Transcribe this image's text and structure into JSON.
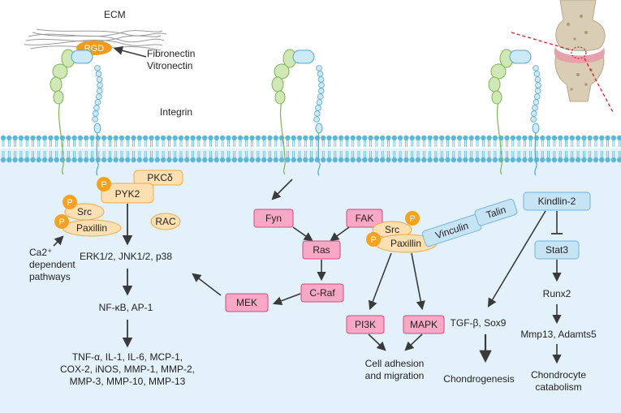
{
  "colors": {
    "cytoplasm": "#e3f1fb",
    "membrane": "#5bb8d7",
    "pink_box_fill": "#f6a8c4",
    "pink_box_stroke": "#d6487e",
    "orange_fill": "#fce0b2",
    "orange_stroke": "#f0a94a",
    "phospho": "#f6a21d",
    "blue_box_fill": "#c7e4f5",
    "blue_box_stroke": "#6fb4dd",
    "integrin_green": "#cfe8b5",
    "integrin_blue": "#cce9f6",
    "rgd": "#f39a1e"
  },
  "extracellular": {
    "ecm": "ECM",
    "rgd": "RGD",
    "fibronectin": "Fibronectin",
    "vitronectin": "Vitronectin",
    "integrin": "Integrin"
  },
  "phospho_label": "P",
  "left": {
    "pkc": "PKCδ",
    "pyk2": "PYK2",
    "src": "Src",
    "paxillin": "Paxillin",
    "rac": "RAC",
    "ca_line1": "Ca2⁺",
    "ca_line2": "dependent",
    "ca_line3": "pathways",
    "erk": "ERK1/2, JNK1/2, p38",
    "nfkb": "NF-κB, AP-1",
    "out1": "TNF-α, IL-1, IL-6, MCP-1,",
    "out2": "COX-2, iNOS, MMP-1, MMP-2,",
    "out3": "MMP-3, MMP-10, MMP-13"
  },
  "middle": {
    "fyn": "Fyn",
    "fak": "FAK",
    "ras": "Ras",
    "craf": "C-Raf",
    "mek": "MEK",
    "src": "Src",
    "paxillin": "Paxillin",
    "pi3k": "PI3K",
    "mapk": "MAPK",
    "adhesion1": "Cell adhesion",
    "adhesion2": "and migration"
  },
  "right": {
    "vinculin": "Vinculin",
    "talin": "Talin",
    "kindlin": "Kindlin-2",
    "stat3": "Stat3",
    "tgf": "TGF-β, Sox9",
    "chondrogenesis": "Chondrogenesis",
    "runx2": "Runx2",
    "mmp13": "Mmp13, Adamts5",
    "catab1": "Chondrocyte",
    "catab2": "catabolism"
  }
}
